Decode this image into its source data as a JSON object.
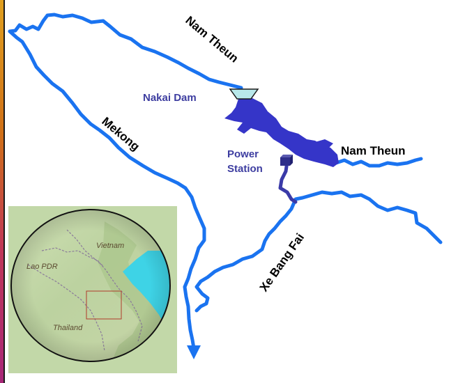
{
  "labels": {
    "nam_theun_upper": "Nam Theun",
    "nam_theun_lower": "Nam Theun",
    "nakai_dam": "Nakai Dam",
    "power_station_line1": "Power",
    "power_station_line2": "Station",
    "mekong": "Mekong",
    "xe_bang_fai": "Xe Bang Fai"
  },
  "inset": {
    "vietnam": "Vietnam",
    "lao_pdr": "Lao PDR",
    "thailand": "Thailand"
  },
  "colors": {
    "river": "#1a73f0",
    "reservoir": "#3535c8",
    "tunnel": "#3a3aa8",
    "dam": "#b8e8ea",
    "sea": "#3ed3e6",
    "label_blue": "#3d3da0"
  }
}
